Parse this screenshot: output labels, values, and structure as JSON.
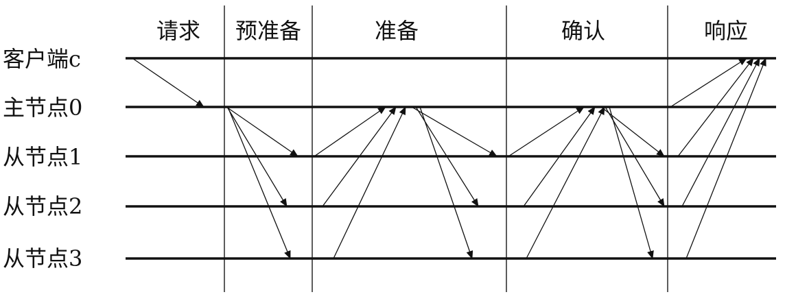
{
  "phases": [
    "请求",
    "预准备",
    "准备",
    "确认",
    "响应"
  ],
  "nodes": [
    "客户端c",
    "主节点0",
    "从节点1",
    "从节点2",
    "从节点3"
  ],
  "messages": {
    "request": [
      {
        "from": 0,
        "to": 1
      }
    ],
    "pre_prepare": [
      {
        "from": 1,
        "to": 2
      },
      {
        "from": 1,
        "to": 3
      },
      {
        "from": 1,
        "to": 4
      }
    ],
    "prepare": [
      {
        "from": 2,
        "to": 1
      },
      {
        "from": 3,
        "to": 1
      },
      {
        "from": 4,
        "to": 1
      },
      {
        "from": 1,
        "to": 2
      },
      {
        "from": 1,
        "to": 3
      },
      {
        "from": 1,
        "to": 4
      }
    ],
    "commit": [
      {
        "from": 2,
        "to": 1
      },
      {
        "from": 3,
        "to": 1
      },
      {
        "from": 4,
        "to": 1
      },
      {
        "from": 1,
        "to": 2
      },
      {
        "from": 1,
        "to": 3
      },
      {
        "from": 1,
        "to": 4
      }
    ],
    "reply": [
      {
        "from": 1,
        "to": 0
      },
      {
        "from": 2,
        "to": 0
      },
      {
        "from": 3,
        "to": 0
      },
      {
        "from": 4,
        "to": 0
      }
    ]
  }
}
